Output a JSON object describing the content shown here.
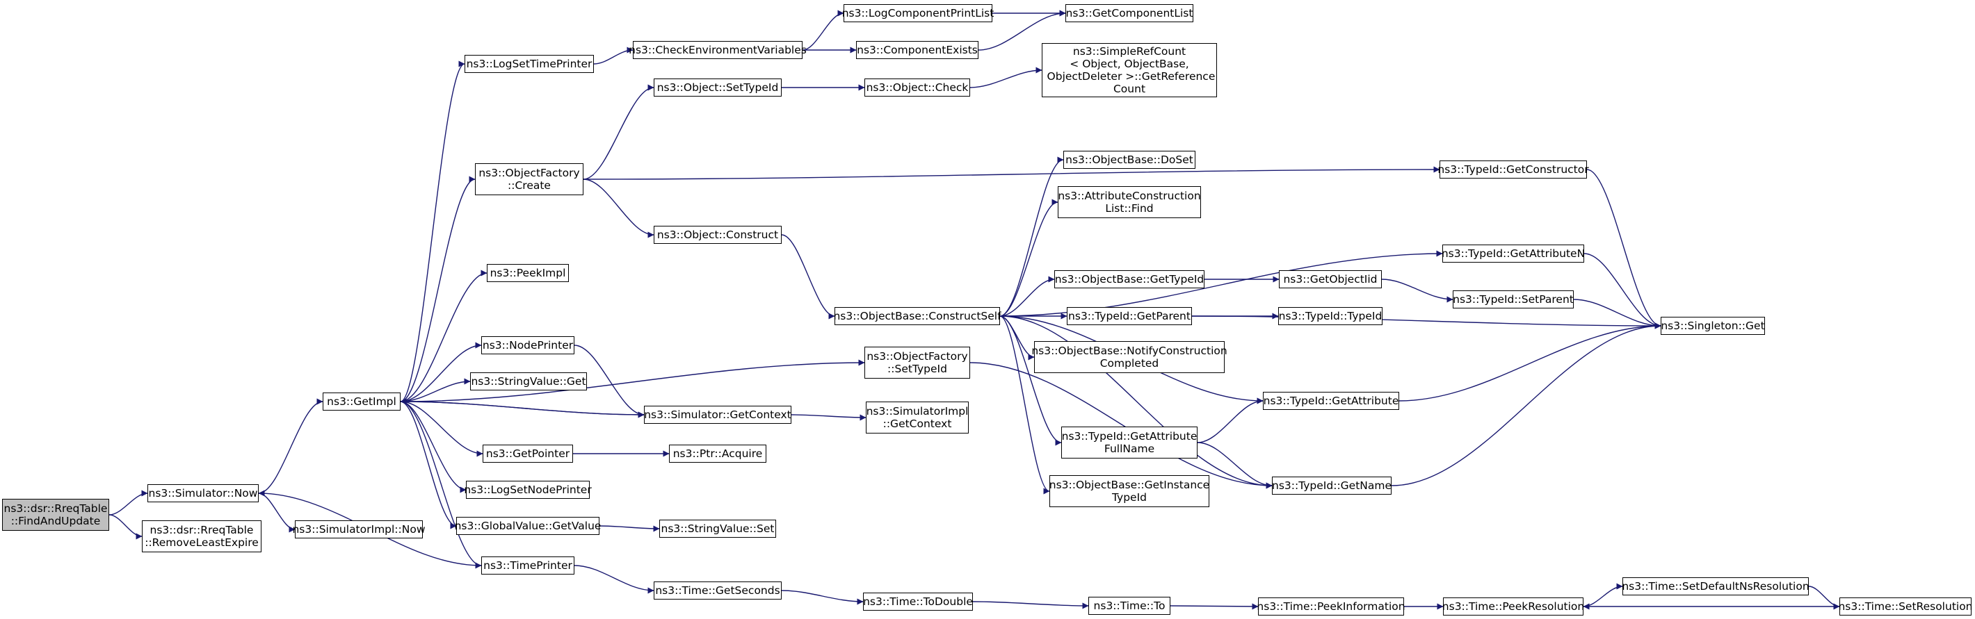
{
  "diagram": {
    "title": "",
    "edge_color": "#191970",
    "nodes": [
      {
        "id": "find",
        "label": "ns3::dsr::RreqTable\n::FindAndUpdate",
        "highlighted": true
      },
      {
        "id": "now",
        "label": "ns3::Simulator::Now"
      },
      {
        "id": "remove",
        "label": "ns3::dsr::RreqTable\n::RemoveLeastExpire"
      },
      {
        "id": "simimplnow",
        "label": "ns3::SimulatorImpl::Now"
      },
      {
        "id": "getimpl",
        "label": "ns3::GetImpl"
      },
      {
        "id": "logsettime",
        "label": "ns3::LogSetTimePrinter"
      },
      {
        "id": "objfactcreate",
        "label": "ns3::ObjectFactory\n::Create"
      },
      {
        "id": "peekimpl",
        "label": "ns3::PeekImpl"
      },
      {
        "id": "nodeprinter",
        "label": "ns3::NodePrinter"
      },
      {
        "id": "strvalget",
        "label": "ns3::StringValue::Get"
      },
      {
        "id": "getpointer",
        "label": "ns3::GetPointer"
      },
      {
        "id": "logsetnode",
        "label": "ns3::LogSetNodePrinter"
      },
      {
        "id": "globalget",
        "label": "ns3::GlobalValue::GetValue"
      },
      {
        "id": "timeprinter",
        "label": "ns3::TimePrinter"
      },
      {
        "id": "checkenv",
        "label": "ns3::CheckEnvironmentVariables"
      },
      {
        "id": "objsettypeid",
        "label": "ns3::Object::SetTypeId"
      },
      {
        "id": "objconstruct",
        "label": "ns3::Object::Construct"
      },
      {
        "id": "simgetctx",
        "label": "ns3::Simulator::GetContext"
      },
      {
        "id": "ptracquire",
        "label": "ns3::Ptr::Acquire"
      },
      {
        "id": "strvalset",
        "label": "ns3::StringValue::Set"
      },
      {
        "id": "timegetsec",
        "label": "ns3::Time::GetSeconds"
      },
      {
        "id": "logcompprint",
        "label": "ns3::LogComponentPrintList"
      },
      {
        "id": "compexists",
        "label": "ns3::ComponentExists"
      },
      {
        "id": "objcheck",
        "label": "ns3::Object::Check"
      },
      {
        "id": "constructself",
        "label": "ns3::ObjectBase::ConstructSelf"
      },
      {
        "id": "objfactsettypeid",
        "label": "ns3::ObjectFactory\n::SetTypeId"
      },
      {
        "id": "simimplgetctx",
        "label": "ns3::SimulatorImpl\n::GetContext"
      },
      {
        "id": "timetodouble",
        "label": "ns3::Time::ToDouble"
      },
      {
        "id": "getcomplist",
        "label": "ns3::GetComponentList"
      },
      {
        "id": "simplerefcount",
        "label": "ns3::SimpleRefCount\n< Object, ObjectBase,\n ObjectDeleter >::GetReference\nCount"
      },
      {
        "id": "doset",
        "label": "ns3::ObjectBase::DoSet"
      },
      {
        "id": "attrconstrfind",
        "label": "ns3::AttributeConstruction\nList::Find"
      },
      {
        "id": "objbasegettypeid",
        "label": "ns3::ObjectBase::GetTypeId"
      },
      {
        "id": "typeidgetparent",
        "label": "ns3::TypeId::GetParent"
      },
      {
        "id": "notifyconstr",
        "label": "ns3::ObjectBase::NotifyConstruction\nCompleted"
      },
      {
        "id": "getattrfullname",
        "label": "ns3::TypeId::GetAttribute\nFullName"
      },
      {
        "id": "getinsttypeid",
        "label": "ns3::ObjectBase::GetInstance\nTypeId"
      },
      {
        "id": "timeto",
        "label": "ns3::Time::To"
      },
      {
        "id": "getobjectiid",
        "label": "ns3::GetObjectIid"
      },
      {
        "id": "typeidtypeid",
        "label": "ns3::TypeId::TypeId"
      },
      {
        "id": "typeidgetattr",
        "label": "ns3::TypeId::GetAttribute"
      },
      {
        "id": "typeidgetname",
        "label": "ns3::TypeId::GetName"
      },
      {
        "id": "peekinfo",
        "label": "ns3::Time::PeekInformation"
      },
      {
        "id": "getconstructor",
        "label": "ns3::TypeId::GetConstructor"
      },
      {
        "id": "getattrn",
        "label": "ns3::TypeId::GetAttributeN"
      },
      {
        "id": "typeidsetparent",
        "label": "ns3::TypeId::SetParent"
      },
      {
        "id": "peekres",
        "label": "ns3::Time::PeekResolution"
      },
      {
        "id": "singletonget",
        "label": "ns3::Singleton::Get"
      },
      {
        "id": "setdefaultres",
        "label": "ns3::Time::SetDefaultNsResolution"
      },
      {
        "id": "setres",
        "label": "ns3::Time::SetResolution"
      }
    ],
    "edges": [
      [
        "find",
        "now"
      ],
      [
        "find",
        "remove"
      ],
      [
        "now",
        "getimpl"
      ],
      [
        "now",
        "simimplnow"
      ],
      [
        "getimpl",
        "logsettime"
      ],
      [
        "getimpl",
        "objfactcreate"
      ],
      [
        "getimpl",
        "peekimpl"
      ],
      [
        "getimpl",
        "objfactsettypeid"
      ],
      [
        "getimpl",
        "nodeprinter"
      ],
      [
        "getimpl",
        "strvalget"
      ],
      [
        "getimpl",
        "getpointer"
      ],
      [
        "getimpl",
        "logsetnode"
      ],
      [
        "getimpl",
        "globalget"
      ],
      [
        "getimpl",
        "timeprinter"
      ],
      [
        "getimpl",
        "simgetctx"
      ],
      [
        "logsettime",
        "checkenv"
      ],
      [
        "checkenv",
        "logcompprint"
      ],
      [
        "checkenv",
        "compexists"
      ],
      [
        "logcompprint",
        "getcomplist"
      ],
      [
        "compexists",
        "getcomplist"
      ],
      [
        "objfactcreate",
        "objsettypeid"
      ],
      [
        "objfactcreate",
        "objconstruct"
      ],
      [
        "objfactcreate",
        "getconstructor"
      ],
      [
        "objsettypeid",
        "objcheck"
      ],
      [
        "objcheck",
        "simplerefcount"
      ],
      [
        "objconstruct",
        "constructself"
      ],
      [
        "nodeprinter",
        "simgetctx"
      ],
      [
        "simgetctx",
        "getimpl"
      ],
      [
        "simgetctx",
        "simimplgetctx"
      ],
      [
        "getpointer",
        "ptracquire"
      ],
      [
        "globalget",
        "strvalset"
      ],
      [
        "timeprinter",
        "now"
      ],
      [
        "timeprinter",
        "timegetsec"
      ],
      [
        "timegetsec",
        "timetodouble"
      ],
      [
        "timetodouble",
        "timeto"
      ],
      [
        "timeto",
        "peekinfo"
      ],
      [
        "peekinfo",
        "peekres"
      ],
      [
        "peekres",
        "setdefaultres"
      ],
      [
        "setdefaultres",
        "setres"
      ],
      [
        "setres",
        "peekres"
      ],
      [
        "objfactsettypeid",
        "typeidgetname"
      ],
      [
        "constructself",
        "doset"
      ],
      [
        "constructself",
        "attrconstrfind"
      ],
      [
        "constructself",
        "getattrn"
      ],
      [
        "constructself",
        "objbasegettypeid"
      ],
      [
        "constructself",
        "typeidgetparent"
      ],
      [
        "constructself",
        "notifyconstr"
      ],
      [
        "constructself",
        "typeidgetattr"
      ],
      [
        "constructself",
        "getattrfullname"
      ],
      [
        "constructself",
        "getinsttypeid"
      ],
      [
        "constructself",
        "typeidgetname"
      ],
      [
        "objbasegettypeid",
        "getobjectiid"
      ],
      [
        "getobjectiid",
        "typeidsetparent"
      ],
      [
        "typeidgetparent",
        "typeidtypeid"
      ],
      [
        "typeidgetparent",
        "singletonget"
      ],
      [
        "getattrfullname",
        "typeidgetattr"
      ],
      [
        "getattrfullname",
        "typeidgetname"
      ],
      [
        "typeidgetattr",
        "singletonget"
      ],
      [
        "typeidgetname",
        "singletonget"
      ],
      [
        "getconstructor",
        "singletonget"
      ],
      [
        "getattrn",
        "singletonget"
      ],
      [
        "typeidsetparent",
        "singletonget"
      ]
    ]
  }
}
